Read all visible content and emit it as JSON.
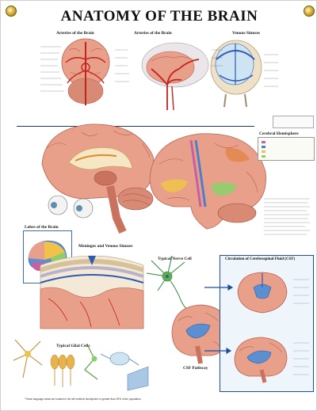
{
  "title": "ANATOMY OF THE BRAIN",
  "sections": {
    "arteries_base": "Arteries of the Brain",
    "arteries_side": "Arteries of the Brain",
    "venous_sinuses": "Venous Sinuses",
    "cerebral_hemisphere": "Cerebral Hemisphere",
    "lobes": "Lobes of the Brain",
    "meninges": "Meninges and Venous Sinuses",
    "typical_nerve_cell": "Typical Nerve Cell",
    "typical_glial_cells": "Typical Glial Cells",
    "csf_circulation": "Circulation of Cerebrospinal Fluid (CSF)",
    "csf_pathway": "CSF Pathway"
  },
  "footer_note": "*These language areas are located in the left cerebral hemisphere in greater than 90% of the population.",
  "colors": {
    "brain_pink": "#e9a08a",
    "brain_dark": "#c9735f",
    "artery_red": "#c4221c",
    "vein_blue": "#2f59b5",
    "csf_blue": "#1e4e9e"
  }
}
